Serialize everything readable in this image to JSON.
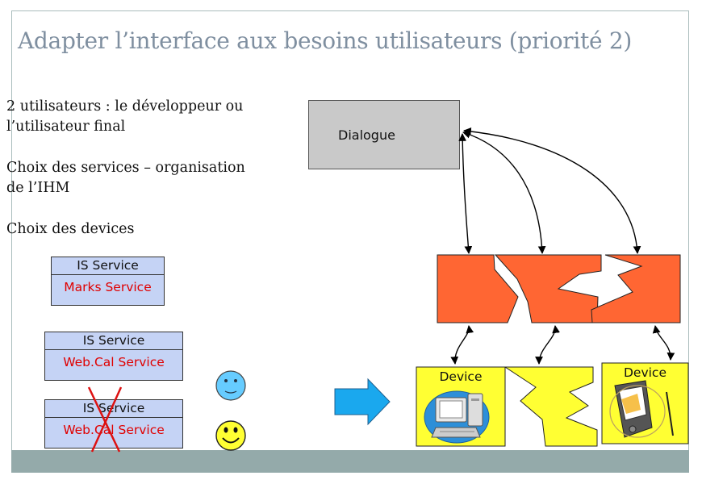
{
  "slide": {
    "title": "Adapter  l’interface aux besoins utilisateurs (priorité 2)",
    "bullets": [
      "2 utilisateurs : le développeur ou l’utilisateur final",
      "Choix des services – organisation de l’IHM",
      "Choix des devices"
    ]
  },
  "services": [
    {
      "type_label": "IS Service",
      "name": "Marks Service"
    },
    {
      "type_label": "IS Service",
      "name": "Web.Cal Service"
    },
    {
      "type_label": "IS Service",
      "name": "Web.Cal Service"
    }
  ],
  "diagram": {
    "dialogue_label": "Dialogue",
    "device_labels": [
      "Device",
      "Device"
    ]
  },
  "colors": {
    "service_fill": "#c5d3f5",
    "service_name": "#e00000",
    "fragment_fill": "#ff6633",
    "device_fill": "#ffff33",
    "arrow_fill": "#1aa8ee",
    "cross": "#dd1111",
    "footer": "#94aaaa",
    "title": "#7f8fa0"
  },
  "icons": [
    "neutral-face-icon",
    "smiley-face-icon",
    "desktop-computer-icon",
    "pda-device-icon",
    "cross-out-icon"
  ]
}
